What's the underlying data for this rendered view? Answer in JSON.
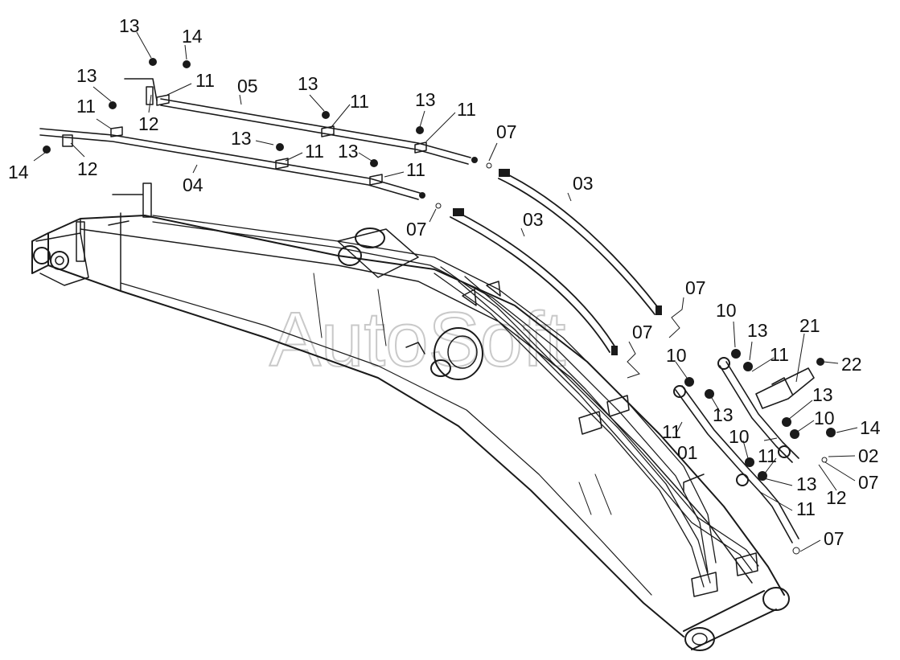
{
  "watermark": "AutoSoft",
  "callouts": [
    {
      "id": "c1",
      "text": "13"
    },
    {
      "id": "c2",
      "text": "14"
    },
    {
      "id": "c3",
      "text": "13"
    },
    {
      "id": "c4",
      "text": "11"
    },
    {
      "id": "c5",
      "text": "11"
    },
    {
      "id": "c6",
      "text": "12"
    },
    {
      "id": "c7",
      "text": "05"
    },
    {
      "id": "c8",
      "text": "13"
    },
    {
      "id": "c9",
      "text": "11"
    },
    {
      "id": "c10",
      "text": "13"
    },
    {
      "id": "c11",
      "text": "11"
    },
    {
      "id": "c12",
      "text": "07"
    },
    {
      "id": "c13",
      "text": "14"
    },
    {
      "id": "c14",
      "text": "12"
    },
    {
      "id": "c15",
      "text": "04"
    },
    {
      "id": "c16",
      "text": "13"
    },
    {
      "id": "c17",
      "text": "11"
    },
    {
      "id": "c18",
      "text": "13"
    },
    {
      "id": "c19",
      "text": "11"
    },
    {
      "id": "c20",
      "text": "03"
    },
    {
      "id": "c21",
      "text": "07"
    },
    {
      "id": "c22",
      "text": "03"
    },
    {
      "id": "c23",
      "text": "07"
    },
    {
      "id": "c24",
      "text": "07"
    },
    {
      "id": "c25",
      "text": "10"
    },
    {
      "id": "c26",
      "text": "13"
    },
    {
      "id": "c27",
      "text": "11"
    },
    {
      "id": "c28",
      "text": "21"
    },
    {
      "id": "c29",
      "text": "22"
    },
    {
      "id": "c30",
      "text": "10"
    },
    {
      "id": "c31",
      "text": "13"
    },
    {
      "id": "c32",
      "text": "13"
    },
    {
      "id": "c33",
      "text": "11"
    },
    {
      "id": "c34",
      "text": "10"
    },
    {
      "id": "c35",
      "text": "14"
    },
    {
      "id": "c36",
      "text": "01"
    },
    {
      "id": "c37",
      "text": "10"
    },
    {
      "id": "c38",
      "text": "02"
    },
    {
      "id": "c39",
      "text": "11"
    },
    {
      "id": "c40",
      "text": "07"
    },
    {
      "id": "c41",
      "text": "13"
    },
    {
      "id": "c42",
      "text": "12"
    },
    {
      "id": "c43",
      "text": "11"
    },
    {
      "id": "c44",
      "text": "07"
    }
  ]
}
